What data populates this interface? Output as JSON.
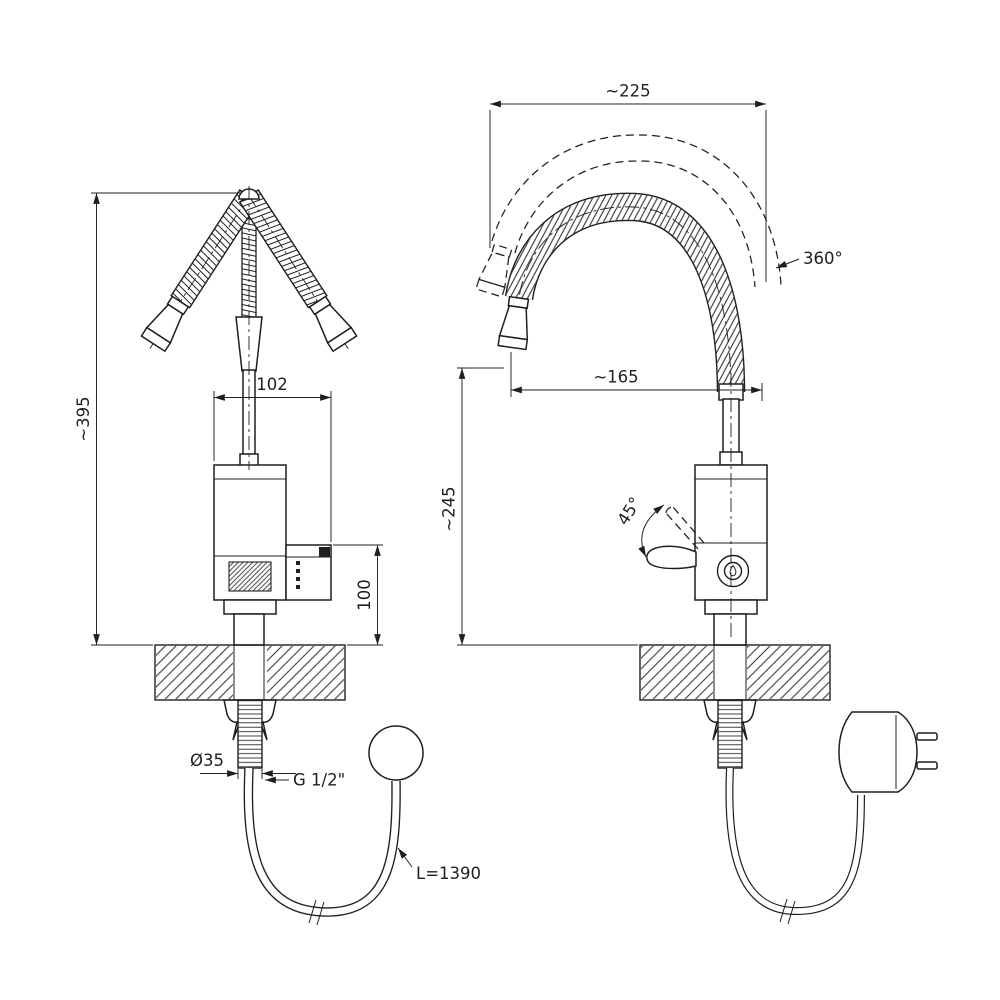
{
  "drawing": {
    "dimensions": {
      "overall_height": "~395",
      "top_width": "102",
      "body_height": "100",
      "shank_diameter": "Ø35",
      "thread_size": "G 1/2\"",
      "hose_length": "L=1390",
      "spout_span": "~225",
      "swivel_angle": "360°",
      "spout_reach": "~165",
      "spout_height": "~245",
      "handle_angle": "45°"
    },
    "colors": {
      "line": "#1f1f1f",
      "background": "#ffffff"
    }
  }
}
